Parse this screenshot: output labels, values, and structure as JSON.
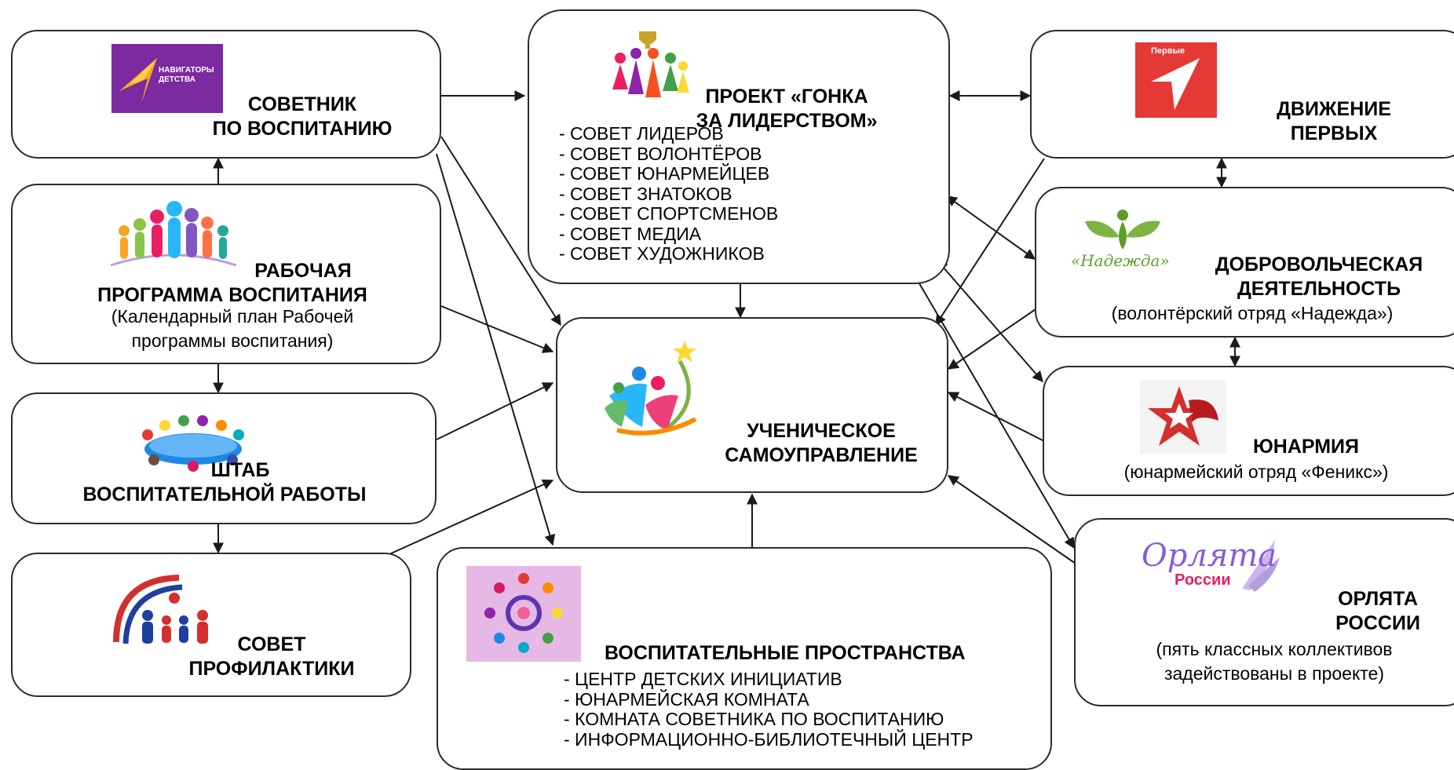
{
  "blocks": {
    "sovetnik": {
      "title": [
        "СОВЕТНИК",
        "ПО ВОСПИТАНИЮ"
      ],
      "logo_text": [
        "НАВИГАТОРЫ",
        "ДЕТСТВА"
      ]
    },
    "programma": {
      "title": [
        "РАБОЧАЯ",
        "ПРОГРАММА ВОСПИТАНИЯ"
      ],
      "subtitle": [
        "(Календарный план Рабочей",
        "программы воспитания)"
      ]
    },
    "shtab": {
      "title": [
        "ШТАБ",
        "ВОСПИТАТЕЛЬНОЙ РАБОТЫ"
      ]
    },
    "profilaktika": {
      "title": [
        "СОВЕТ",
        "ПРОФИЛАКТИКИ"
      ]
    },
    "proekt": {
      "title": [
        "ПРОЕКТ «ГОНКА",
        "ЗА ЛИДЕРСТВОМ»"
      ],
      "items": [
        "- СОВЕТ ЛИДЕРОВ",
        "- СОВЕТ ВОЛОНТЁРОВ",
        "- СОВЕТ ЮНАРМЕЙЦЕВ",
        "- СОВЕТ ЗНАТОКОВ",
        "- СОВЕТ СПОРТСМЕНОВ",
        "- СОВЕТ МЕДИА",
        "- СОВЕТ ХУДОЖНИКОВ"
      ]
    },
    "samoupravlenie": {
      "title": [
        "УЧЕНИЧЕСКОЕ",
        "САМОУПРАВЛЕНИЕ"
      ]
    },
    "prostranstva": {
      "title": "ВОСПИТАТЕЛЬНЫЕ ПРОСТРАНСТВА",
      "items": [
        "- ЦЕНТР ДЕТСКИХ ИНИЦИАТИВ",
        "- ЮНАРМЕЙСКАЯ КОМНАТА",
        "- КОМНАТА СОВЕТНИКА ПО ВОСПИТАНИЮ",
        "- ИНФОРМАЦИОННО-БИБЛИОТЕЧНЫЙ ЦЕНТР"
      ]
    },
    "dvizhenie": {
      "title": [
        "ДВИЖЕНИЕ",
        "ПЕРВЫХ"
      ],
      "logo_text": "Первые"
    },
    "dobrovol": {
      "title": [
        "ДОБРОВОЛЬЧЕСКАЯ",
        "ДЕЯТЕЛЬНОСТЬ"
      ],
      "subtitle": "(волонтёрский отряд «Надежда»)",
      "logo_text": "«Надежда»"
    },
    "yunarmiya": {
      "title": "ЮНАРМИЯ",
      "subtitle": "(юнармейский отряд «Феникс»)"
    },
    "orlyata": {
      "title": [
        "ОРЛЯТА",
        "РОССИИ"
      ],
      "subtitle": [
        "(пять классных коллективов",
        "задействованы в проекте)"
      ],
      "logo_text": [
        "Орлята",
        "России"
      ]
    }
  },
  "colors": {
    "border": "#2b2b2b",
    "arrow": "#1a1a1a",
    "dvizhenie_red": "#e53935",
    "navigatory_purple": "#7b2aa0",
    "nadezhda_green": "#5e9c2a",
    "orlyata_purple": "#8a5bd6"
  }
}
